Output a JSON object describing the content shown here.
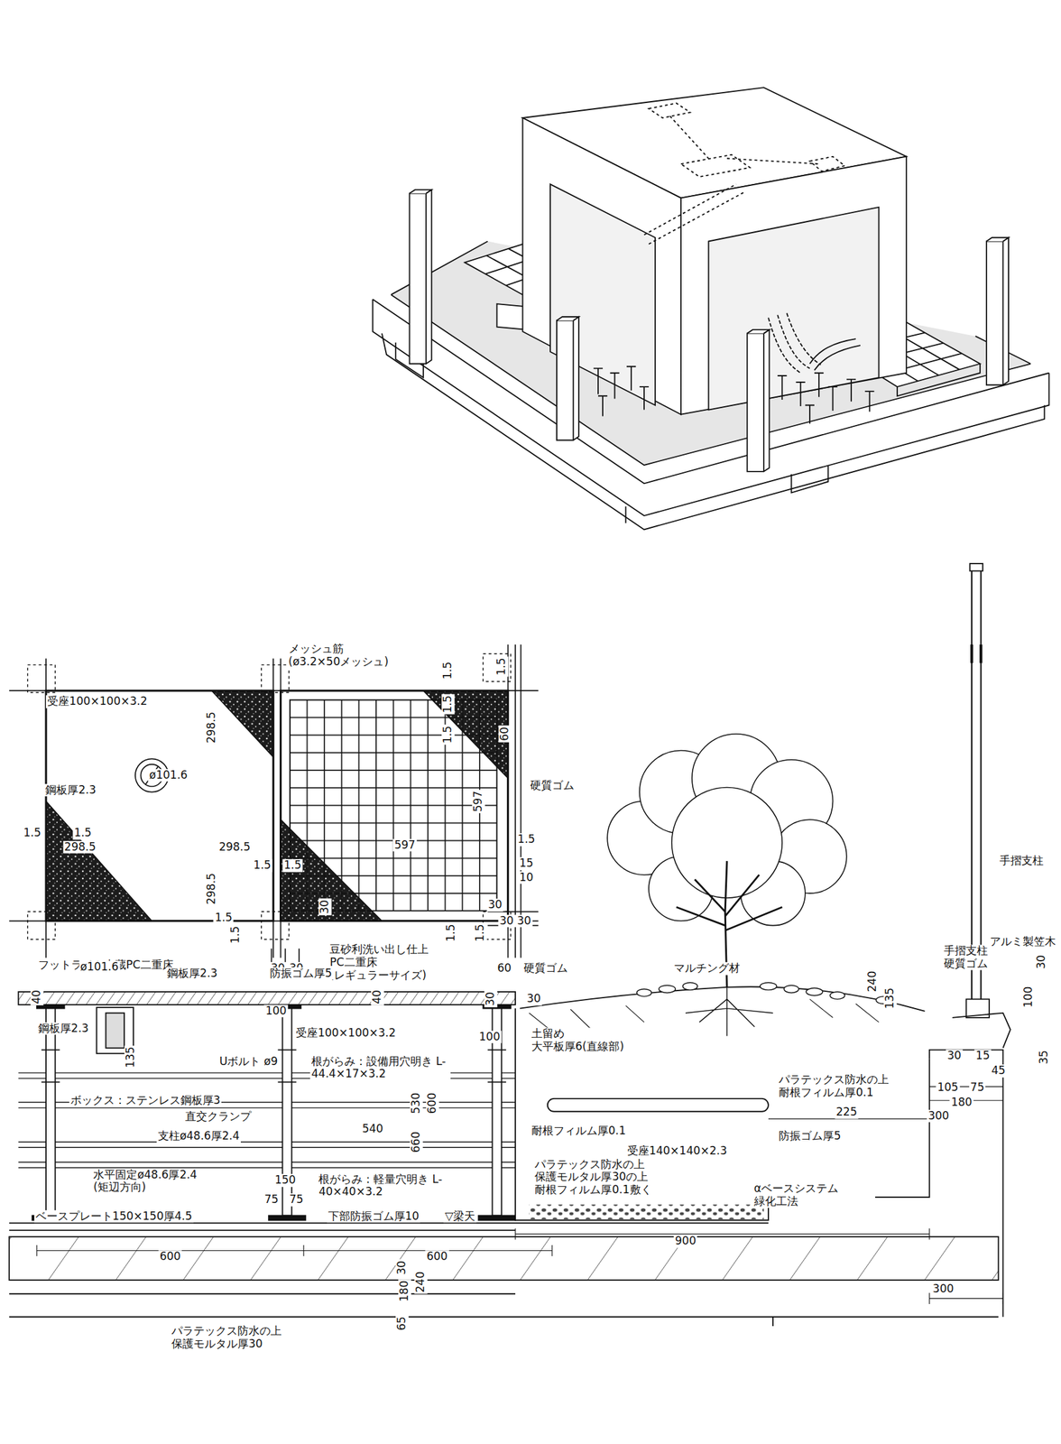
{
  "diagram": {
    "labels": [
      "メッシュ筋 (ø3.2×50メッシュ)",
      "1.5",
      "1.5",
      "受座100×100×3.2",
      "298.5",
      "1.5",
      "1.5",
      "60",
      "ø101.6",
      "鋼板厚2.3",
      "597",
      "硬質ゴム",
      "1.5",
      "1.5",
      "298.5",
      "298.5",
      "597",
      "1.5",
      "1.5",
      "1.5",
      "15",
      "10",
      "298.5",
      "30",
      "30",
      "1.5",
      "30 30",
      "1.5",
      "1.5",
      "1.5",
      "フットライト内蔵PC二重床",
      "30",
      "30",
      "豆砂利洗い出し仕上 PC二重床 (レギュラーサイズ)",
      "60",
      "硬質ゴム",
      "マルチング材",
      "手摺支柱",
      "手摺支柱 硬質ゴム",
      "アルミ製笠木",
      "30",
      "ø101.6",
      "鋼板厚2.3",
      "防振ゴム厚5",
      "40",
      "40",
      "30",
      "30",
      "鋼板厚2.3",
      "100",
      "受座100×100×3.2",
      "100",
      "135",
      "Uボルト ø9",
      "根がらみ：設備用穴明き L-44.4×17×3.2",
      "土留め 大平板厚6(直線部)",
      "240",
      "135",
      "100",
      "30",
      "15",
      "45",
      "35",
      "パラテックス防水の上 耐根フィルム厚0.1",
      "105",
      "75",
      "180",
      "225",
      "300",
      "ボックス：ステンレス鋼板厚3",
      "直交クランプ",
      "530",
      "600",
      "540",
      "660",
      "耐根フィルム厚0.1",
      "支柱ø48.6厚2.4",
      "防振ゴム厚5",
      "受座140×140×2.3",
      "水平固定ø48.6厚2.4 (矩辺方向)",
      "150",
      "根がらみ：軽量穴明き L-40×40×3.2",
      "パラテックス防水の上 保護モルタル厚30の上 耐根フィルム厚0.1敷く",
      "αベースシステム 緑化工法",
      "75",
      "75",
      "ベースプレート150×150厚4.5",
      "下部防振ゴム厚10",
      "▽梁天",
      "900",
      "600",
      "600",
      "30",
      "240",
      "180",
      "300",
      "65",
      "パラテックス防水の上 保護モルタル厚30"
    ]
  }
}
